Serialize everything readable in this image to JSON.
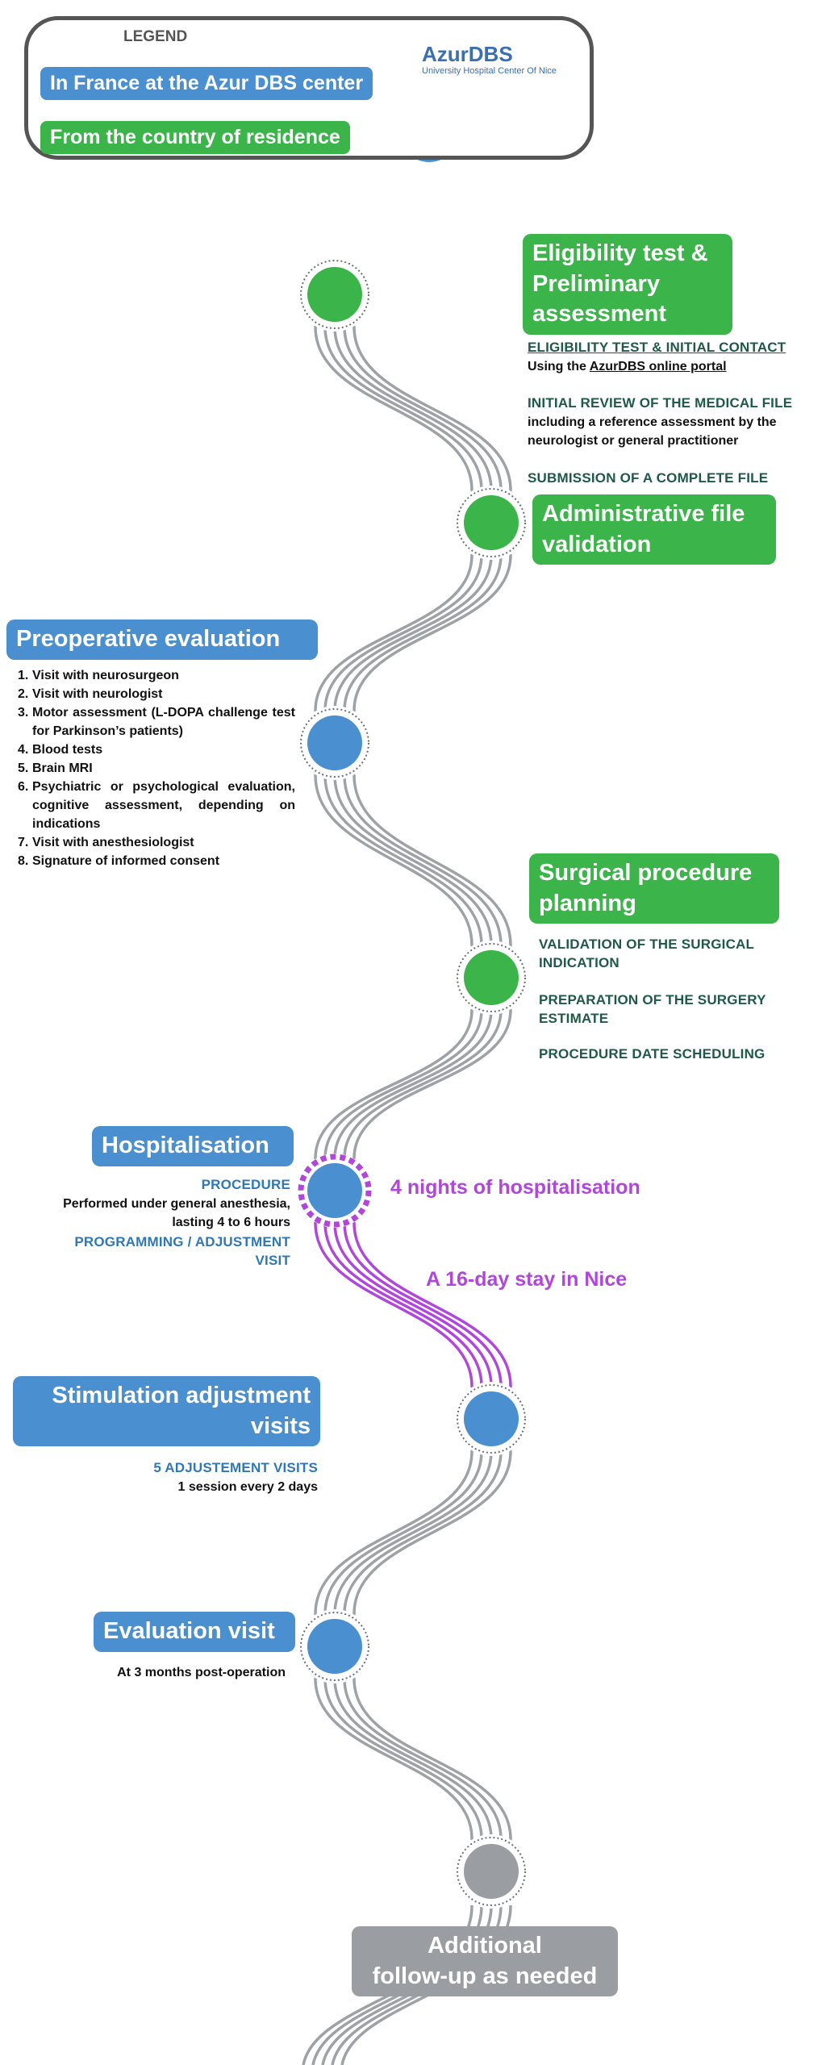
{
  "legend": {
    "title": "LEGEND",
    "france_label": "In France at the Azur DBS center",
    "residence_label": "From the country of residence",
    "logo_name": "AzurDBS",
    "logo_subtitle": "University Hospital Center Of Nice",
    "logo_icon": "head-brain-icon",
    "globe_icon": "globe-icon"
  },
  "colors": {
    "green": "#3bb54a",
    "blue": "#4a8fd0",
    "grey": "#9a9da2",
    "purple": "#b146dc",
    "dark_green_text": "#1e5a45",
    "blue_text": "#2f78b8",
    "path_grey": "#9ea1a5"
  },
  "steps": {
    "eligibility": {
      "title_line1": "Eligibility test &",
      "title_line2": "Preliminary",
      "title_line3": "assessment",
      "caption1": "ELIGIBILITY TEST & INITIAL CONTACT",
      "text1_prefix": "Using the ",
      "text1_link": "AzurDBS online portal",
      "caption2": "INITIAL REVIEW OF THE MEDICAL FILE",
      "text2_line1": "including a reference assessment by the",
      "text2_line2": "neurologist or general practitioner",
      "caption3": "SUBMISSION OF A COMPLETE FILE"
    },
    "admin": {
      "title_line1": "Administrative file",
      "title_line2": "validation"
    },
    "preop": {
      "title": "Preoperative evaluation",
      "items": [
        {
          "num": "1.",
          "text": "Visit with neurosurgeon"
        },
        {
          "num": "2.",
          "text": "Visit with neurologist"
        },
        {
          "num": "3.",
          "text": "Motor assessment (L-DOPA challenge test for Parkinson’s patients)"
        },
        {
          "num": "4.",
          "text": "Blood tests"
        },
        {
          "num": "5.",
          "text": "Brain MRI"
        },
        {
          "num": "6.",
          "text": "Psychiatric or psychological evaluation, cognitive assessment, depending on indications"
        },
        {
          "num": "7.",
          "text": "Visit with anesthesiologist"
        },
        {
          "num": "8.",
          "text": "Signature of informed consent"
        }
      ]
    },
    "planning": {
      "title_line1": "Surgical procedure",
      "title_line2": "planning",
      "caption1_line1": "VALIDATION OF THE SURGICAL",
      "caption1_line2": "INDICATION",
      "caption2_line1": "PREPARATION OF THE SURGERY",
      "caption2_line2": "ESTIMATE",
      "caption3": "PROCEDURE DATE SCHEDULING"
    },
    "hospitalisation": {
      "title": "Hospitalisation",
      "caption1": "PROCEDURE",
      "text1_line1": "Performed under general anesthesia,",
      "text1_line2": "lasting 4 to 6 hours",
      "caption2_line1": "PROGRAMMING / ADJUSTMENT",
      "caption2_line2": "VISIT",
      "nights": "4 nights of hospitalisation",
      "stay": "A 16-day stay in Nice"
    },
    "stimulation": {
      "title_line1": "Stimulation adjustment",
      "title_line2": "visits",
      "caption": "5 ADJUSTEMENT VISITS",
      "text": "1 session every 2 days"
    },
    "evaluation": {
      "title": "Evaluation visit",
      "text": "At 3 months post-operation"
    },
    "followup": {
      "title_line1": "Additional",
      "title_line2": "follow-up as needed"
    }
  }
}
